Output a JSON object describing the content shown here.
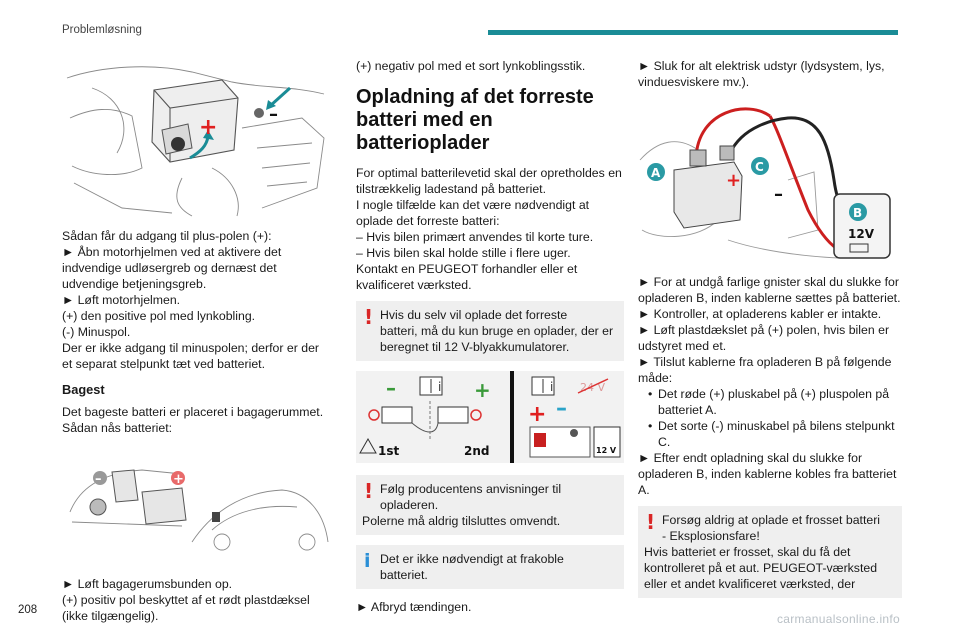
{
  "header": {
    "section_title": "Problemløsning",
    "accent_color": "#1a8c96"
  },
  "page_number": "208",
  "watermark": "carmanualsonline.info",
  "col1": {
    "intro": "Sådan får du adgang til plus-polen (+):",
    "line_open_hood": "► Åbn motorhjelmen ved at aktivere det indvendige udløsergreb og dernæst det udvendige betjeningsgreb.",
    "line_lift_hood": "► Løft motorhjelmen.",
    "line_plus": "(+) den positive pol med lynkobling.",
    "line_minus": "(-) Minuspol.",
    "line_no_access": "Der er ikke adgang til minuspolen; derfor er der et separat stelpunkt tæt ved batteriet.",
    "heading_rear": "Bagest",
    "rear_text": "Det bageste batteri er placeret i bagagerummet. Sådan nås batteriet:",
    "line_lift_floor": "► Løft bagagerumsbunden op.",
    "line_plus_rear": "(+) positiv pol beskyttet af et rødt plastdæksel (ikke tilgængelig).",
    "fig1_plus": "+",
    "fig1_minus": "–",
    "fig2_minus": "–",
    "fig2_plus": "+"
  },
  "col2": {
    "line_neg_pole": "(+) negativ pol med et sort lynkoblingsstik.",
    "heading": "Opladning af det forreste batteri med en batterioplader",
    "para_1": "For optimal batterilevetid skal der opretholdes en tilstrækkelig ladestand på batteriet.",
    "para_2": "I nogle tilfælde kan det være nødvendigt at oplade det forreste batteri:",
    "dash_1": "– Hvis bilen primært anvendes til korte ture.",
    "dash_2": "– Hvis bilen skal holde stille i flere uger.",
    "para_3": "Kontakt en PEUGEOT forhandler eller et kvalificeret værksted.",
    "warn_1_first": "Hvis du selv vil oplade det forreste",
    "warn_1_rest": "batteri, må du kun bruge en oplader, der er beregnet til 12 V-blyakkumulatorer.",
    "warn_2_first": "Følg producentens anvisninger til",
    "warn_2_rest": "opladeren.",
    "warn_2_extra": "Polerne må aldrig tilsluttes omvendt.",
    "info_first": "Det er ikke nødvendigt at frakoble",
    "info_rest": "batteriet.",
    "line_ignition": "► Afbryd tændingen.",
    "fig_label_1st": "1st",
    "fig_label_2nd": "2nd",
    "fig_label_24v": "24 V",
    "fig_label_12v": "12 V",
    "fig_i_1": "i",
    "fig_i_2": "i",
    "fig_minus_a": "–",
    "fig_plus_a": "+",
    "fig_plus_b": "+",
    "fig_minus_b": "–"
  },
  "col3": {
    "line_switch_off": "► Sluk for alt elektrisk udstyr (lydsystem, lys, vinduesviskere mv.).",
    "fig_label_a": "A",
    "fig_label_b": "B",
    "fig_label_c": "C",
    "fig_label_12v": "12V",
    "fig_plus": "+",
    "fig_minus": "–",
    "line_sparks": "► For at undgå farlige gnister skal du slukke for opladeren B, inden kablerne sættes på batteriet.",
    "line_check": "► Kontroller, at opladerens kabler er intakte.",
    "line_lift_cover": "► Løft plastdækslet på (+) polen, hvis bilen er udstyret med et.",
    "line_connect": "► Tilslut kablerne fra opladeren B på følgende måde:",
    "sub_red": "Det røde (+) pluskabel på (+) pluspolen på batteriet A.",
    "sub_black": "Det sorte (-) minuskabel på bilens stelpunkt C.",
    "line_after": "► Efter endt opladning skal du slukke for opladeren B, inden kablerne kobles fra batteriet A.",
    "warn_first": "Forsøg aldrig at oplade et frosset batteri",
    "warn_rest": "- Eksplosionsfare!",
    "warn_extra": "Hvis batteriet er frosset, skal du få det kontrolleret på et aut. PEUGEOT-værksted eller et andet kvalificeret værksted, der"
  }
}
